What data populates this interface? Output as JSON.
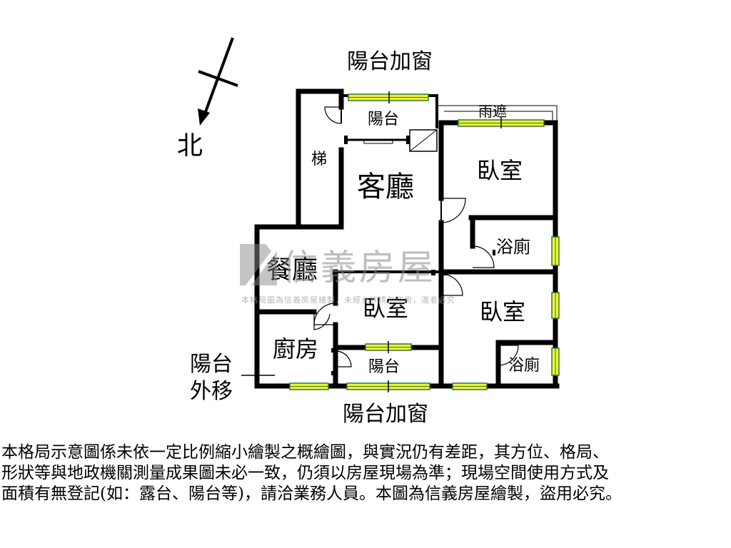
{
  "colors": {
    "wall": "#000000",
    "window_fill": "#f2ef3a",
    "window_line": "#2f7d2f",
    "watermark": "#8a8a8a"
  },
  "compass": {
    "north_label": "北"
  },
  "labels": {
    "balcony_window_top": "陽台加窗",
    "balcony_top": "陽台",
    "rain_cover": "雨遮",
    "stairs": "梯",
    "living_room": "客廳",
    "bedroom_ne": "臥室",
    "bath_1": "浴廁",
    "dining_room": "餐廳",
    "bedroom_center": "臥室",
    "bedroom_se": "臥室",
    "kitchen": "廚房",
    "balcony_bottom": "陽台",
    "bath_2": "浴廁",
    "balcony_moved_out_line1": "陽台",
    "balcony_moved_out_line2": "外移",
    "balcony_window_bottom": "陽台加窗"
  },
  "watermark": {
    "brand": "信義房屋",
    "notice": "本格局圖為信義房屋繪製，未經允許請勿盜用，違者必究"
  },
  "disclaimer": {
    "line1": "本格局示意圖係未依一定比例縮小繪製之概繪圖，與實況仍有差距，其方位、格局、",
    "line2": "形狀等與地政機關測量成果圖未必一致，仍須以房屋現場為準；現場空間使用方式及",
    "line3": "面積有無登記(如：露台、陽台等)，請洽業務人員。本圖為信義房屋繪製，盜用必究。"
  }
}
